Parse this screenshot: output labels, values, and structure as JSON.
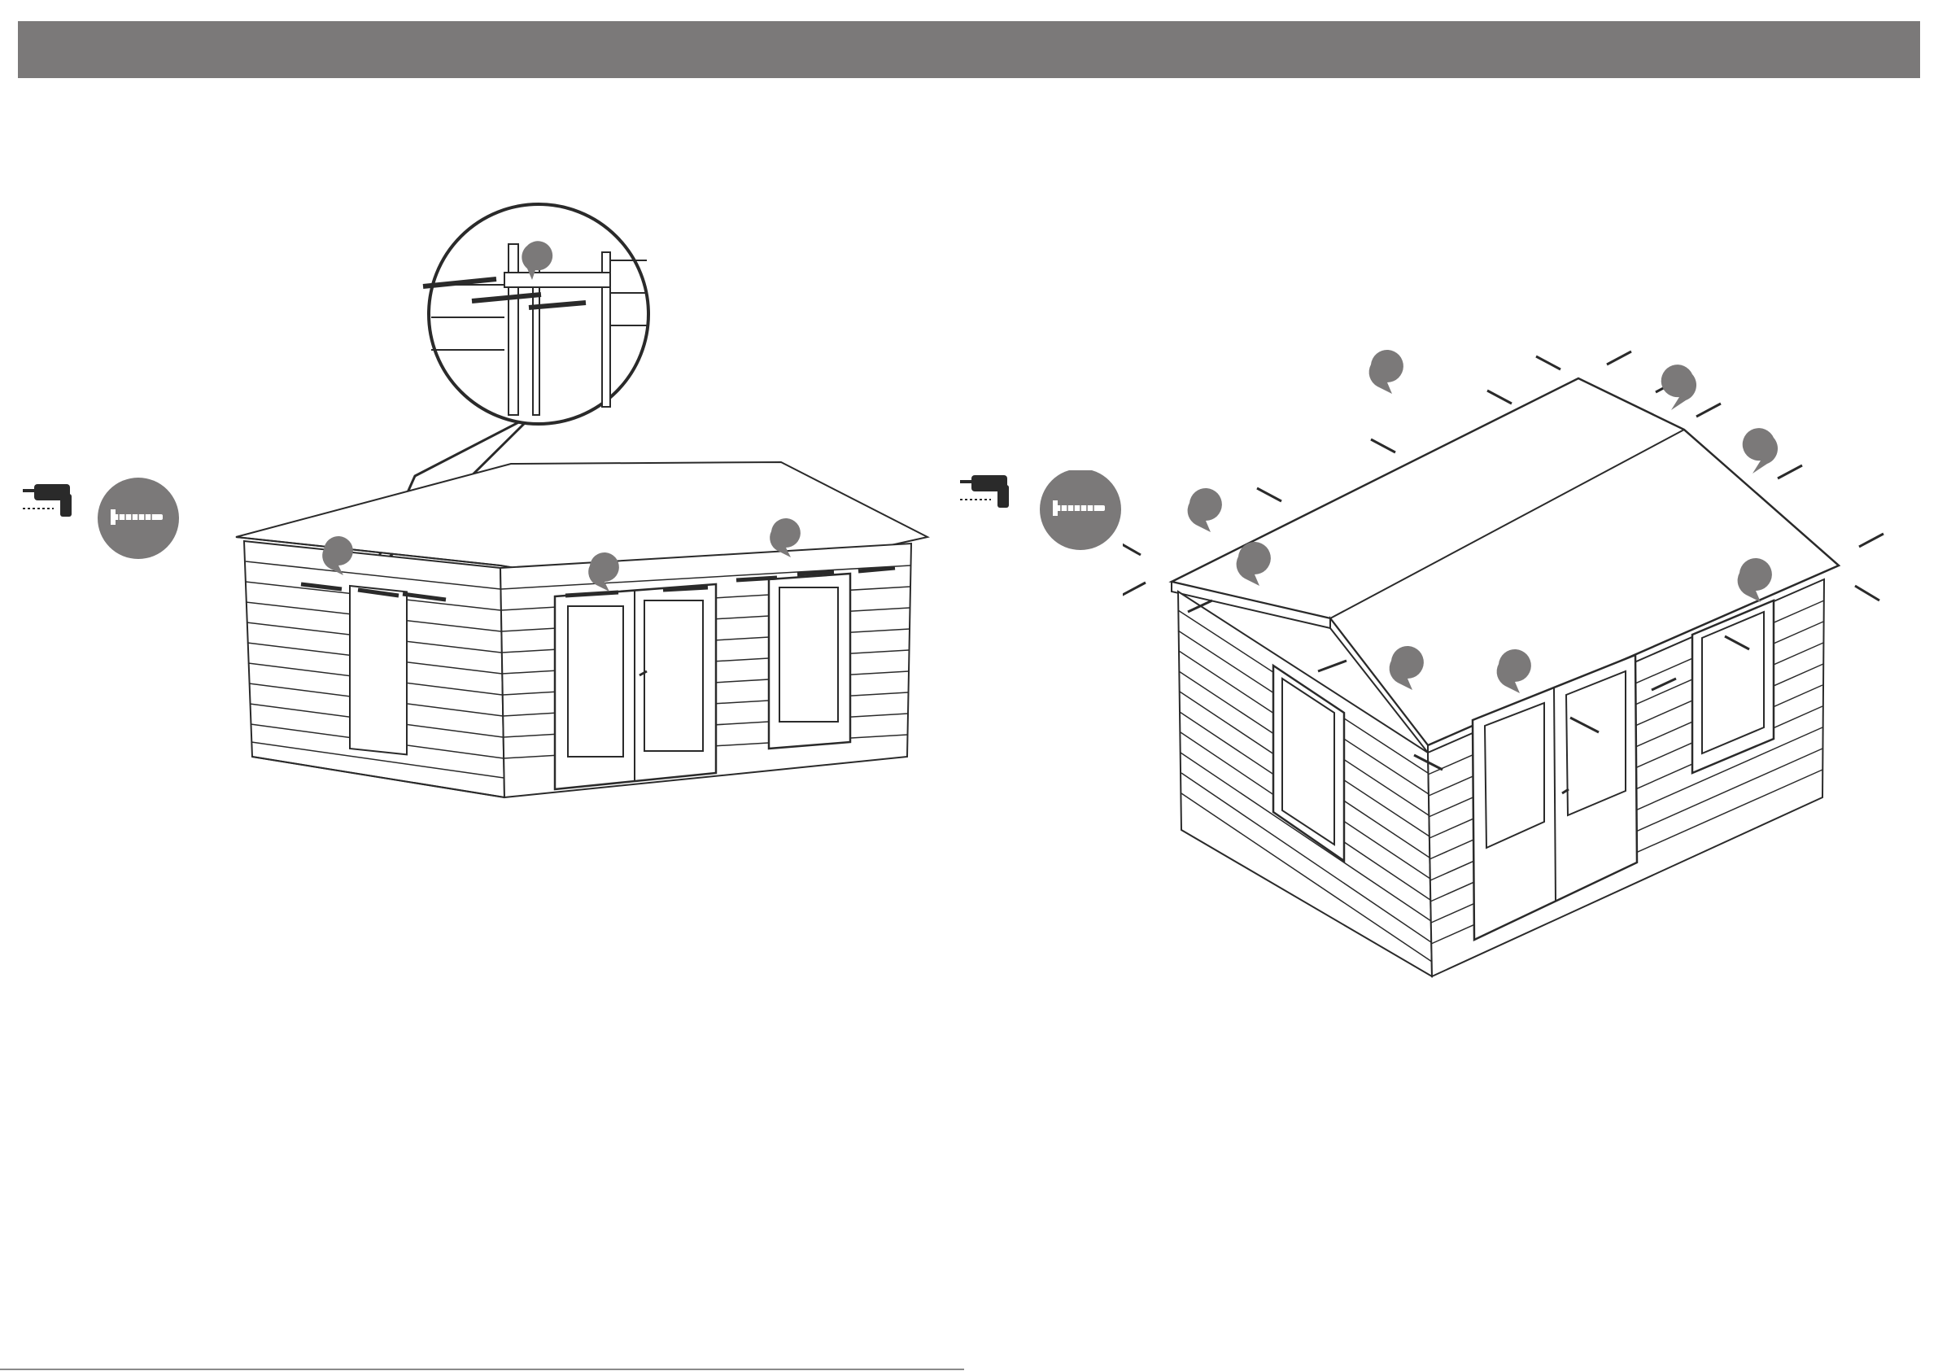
{
  "header": {
    "title": ""
  },
  "colors": {
    "header_bar": "#7b7979",
    "marker": "#7b7979",
    "line": "#2a2a2a",
    "fill": "#ffffff"
  },
  "steps": [
    {
      "id": "step-left",
      "tools": [
        "drill-icon",
        "screw-icon"
      ],
      "callout_markers": 4,
      "detail_zoom": true
    },
    {
      "id": "step-right",
      "tools": [
        "drill-icon",
        "screw-icon"
      ],
      "callout_markers": 9,
      "detail_zoom": false
    }
  ]
}
